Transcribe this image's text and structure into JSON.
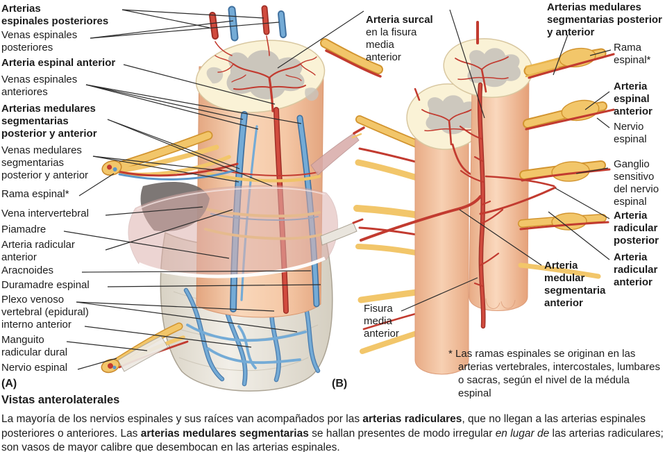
{
  "figure": {
    "panel_a_tag": "(A)",
    "panel_b_tag": "(B)",
    "view_title": "Vistas anterolaterales",
    "footnote": "* Las ramas espinales se originan en las\narterias vertebrales, intercostales, lumbares\no sacras, según el nivel de la médula espinal"
  },
  "labels_a": [
    {
      "text": "Arterias\nespinales posteriores"
    },
    {
      "text": "Venas espinales\nposteriores"
    },
    {
      "text": "Arteria espinal anterior"
    },
    {
      "text": "Venas espinales\nanteriores"
    },
    {
      "text": "Arterias medulares\nsegmentarias\nposterior y anterior"
    },
    {
      "text": "Venas medulares\nsegmentarias\nposterior y anterior"
    },
    {
      "text": "Rama espinal*"
    },
    {
      "text": "Vena intervertebral"
    },
    {
      "text": "Piamadre"
    },
    {
      "text": "Arteria radicular\nanterior"
    },
    {
      "text": "Aracnoides"
    },
    {
      "text": "Duramadre espinal"
    },
    {
      "text": "Plexo venoso\nvertebral (epidural)\ninterno anterior"
    },
    {
      "text": "Manguito\nradicular dural"
    },
    {
      "text": "Nervio espinal"
    }
  ],
  "label_surcal": {
    "title": "Arteria surcal",
    "rest": "en la fisura\nmedia\nanterior"
  },
  "labels_b": [
    {
      "text": "Arterias medulares\nsegmentarias posterior\ny anterior"
    },
    {
      "text": "Rama\nespinal*"
    },
    {
      "text": "Arteria\nespinal\nanterior"
    },
    {
      "text": "Nervio\nespinal"
    },
    {
      "text": "Ganglio\nsensitivo\ndel nervio\nespinal"
    },
    {
      "text": "Arteria\nradicular\nposterior"
    },
    {
      "text": "Arteria\nradicular\nanterior"
    },
    {
      "text": "Arteria\nmedular\nsegmentaria\nanterior"
    },
    {
      "text": "Fisura\nmedia\nanterior"
    }
  ],
  "caption": {
    "segments": [
      {
        "text": "La mayoría de los nervios espinales y sus raíces van acompañados por las "
      },
      {
        "text": "arterias radiculares",
        "bold": true
      },
      {
        "text": ", que no llegan a las arterias espinales posteriores o anteriores. Las "
      },
      {
        "text": "arterias medulares segmentarias",
        "bold": true
      },
      {
        "text": " se hallan presentes de modo irregular "
      },
      {
        "text": "en lugar de",
        "italic": true
      },
      {
        "text": " las arterias radiculares; son vasos de mayor calibre que desembocan en las arterias espinales."
      }
    ]
  },
  "palette": {
    "ink": "#1c1c1c",
    "artery-red": "#c8453a",
    "artery-dark": "#9e2f27",
    "vein-blue": "#6fa9d4",
    "vein-dark": "#41719f",
    "nerve-yellow": "#f2c66a",
    "nerve-dark": "#d2942f",
    "cord-peach": "#f5c8a6",
    "cord-shade": "#e3a57f",
    "cut-cream": "#faf2d6",
    "gray-matter": "#c8c3bb",
    "dura-white": "#ebe7df",
    "leader-line": "#2b2b2b"
  }
}
